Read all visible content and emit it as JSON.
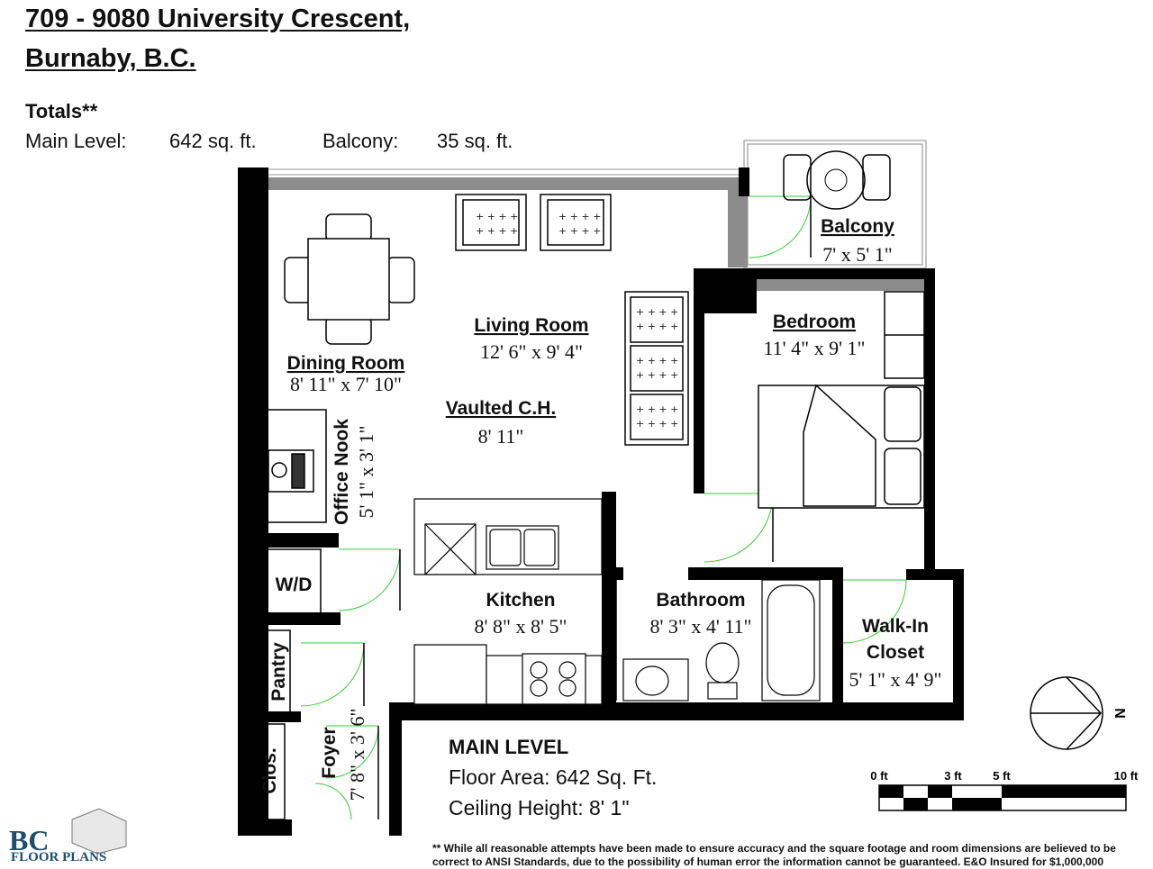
{
  "address": {
    "line1": "709 - 9080 University Crescent,",
    "line2": "Burnaby, B.C."
  },
  "totals": {
    "heading": "Totals**",
    "main_label": "Main Level:",
    "main_value": "642 sq. ft.",
    "balcony_label": "Balcony:",
    "balcony_value": "35 sq. ft."
  },
  "rooms": {
    "balcony": {
      "name": "Balcony",
      "dims": "7' x 5' 1\""
    },
    "living": {
      "name": "Living Room",
      "dims": "12' 6\" x 9' 4\""
    },
    "dining": {
      "name": "Dining Room",
      "dims": "8' 11\" x 7' 10\""
    },
    "vaulted": {
      "name": "Vaulted C.H.",
      "dims": "8' 11\""
    },
    "bedroom": {
      "name": "Bedroom",
      "dims": "11' 4\" x 9' 1\""
    },
    "office": {
      "name": "Office Nook",
      "dims": "5' 1\" x 3' 1\""
    },
    "wd": {
      "name": "W/D"
    },
    "kitchen": {
      "name": "Kitchen",
      "dims": "8' 8\" x 8' 5\""
    },
    "bathroom": {
      "name": "Bathroom",
      "dims": "8' 3\" x 4' 11\""
    },
    "walkin": {
      "name1": "Walk-In",
      "name2": "Closet",
      "dims": "5' 1\" x 4' 9\""
    },
    "pantry": {
      "name": "Pantry"
    },
    "closet": {
      "name": "Clos."
    },
    "foyer": {
      "name": "Foyer",
      "dims": "7' 8\" x 3' 6\""
    }
  },
  "main_level": {
    "heading": "MAIN LEVEL",
    "floor_area": "Floor Area: 642 Sq. Ft.",
    "ceiling": "Ceiling Height: 8' 1\""
  },
  "compass": {
    "label": "N"
  },
  "scale": {
    "t0": "0 ft",
    "t3": "3 ft",
    "t5": "5 ft",
    "t10": "10 ft"
  },
  "disclaimer": {
    "line1": "** While all reasonable attempts have been made to ensure accuracy and the square footage and room dimensions are believed to be",
    "line2": "correct to ANSI Standards, due to the possibility of human error the information cannot be guaranteed. E&O Insured for $1,000,000"
  },
  "logo": {
    "mark": "BC",
    "text": "FLOOR PLANS"
  },
  "colors": {
    "wall": "#000000",
    "window": "#8c8c8c",
    "door_arc": "#33cc33"
  }
}
